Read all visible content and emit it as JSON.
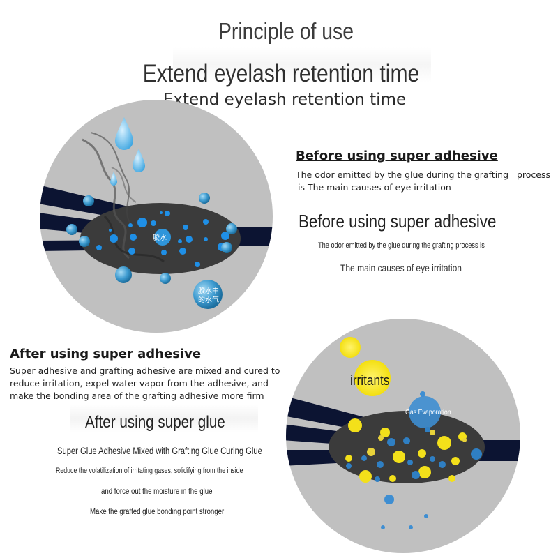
{
  "header": {
    "principle": "Principle of use",
    "extend_1": "Extend eyelash retention time",
    "extend_2": "Extend eyelash retention time"
  },
  "before_section": {
    "heading_1": "Before using super adhesive",
    "desc_line_1": "The odor emitted by the glue during the grafting   process",
    "desc_line_2": "is The main causes of eye irritation",
    "heading_2": "Before using super adhesive",
    "sub_line_1": "The odor emitted by the glue during the grafting process is",
    "sub_line_2": "The main causes of eye irritation"
  },
  "top_circle_labels": {
    "glue": "胶水",
    "vapor_line_1": "胶水中",
    "vapor_line_2": "的水气"
  },
  "after_section": {
    "heading_1": "After using super adhesive",
    "desc_line_1": "Super adhesive and grafting adhesive are mixed and cured to",
    "desc_line_2": "reduce irritation, expel water vapor from the adhesive, and",
    "desc_line_3": "make the bonding area of the grafting adhesive more firm",
    "heading_2": "After using super glue",
    "sub_line_1": "Super Glue Adhesive Mixed with Grafting Glue Curing Glue",
    "sub_line_2": "Reduce the volatilization of irritating gases, solidifying from the inside",
    "sub_line_3": "and force out the moisture in the glue",
    "sub_line_4": "Make the grafted glue bonding point stronger"
  },
  "bottom_circle_labels": {
    "irritants": "irritants",
    "gas": "Gas Evaporation"
  },
  "colors": {
    "circle_gray": "#bfbfbf",
    "lash_navy": "#0d1533",
    "glue_dark": "#3a3a3a",
    "water_blue": "#4a9fd0",
    "irritant_yellow": "#f5e11e"
  }
}
